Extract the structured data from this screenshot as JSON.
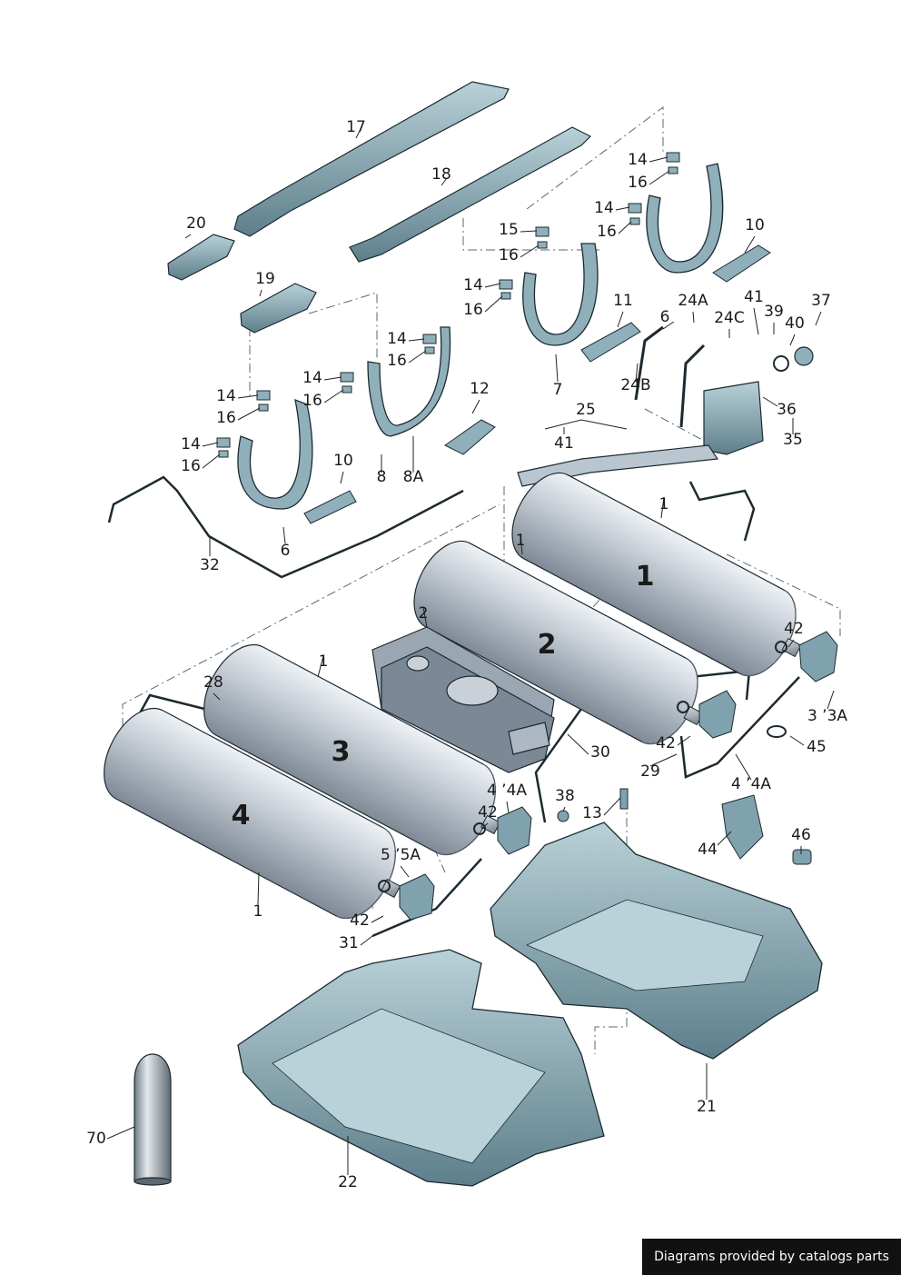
{
  "footer": {
    "credit": "Diagrams provided by catalogs parts"
  },
  "colors": {
    "part_fill": "#7fa2ae",
    "part_light": "#b9d1d8",
    "part_dark": "#4d6d79",
    "outline": "#1c2a30",
    "tank_fill": "#c4ccd4",
    "tank_dark": "#8994a0",
    "leader": "#222222"
  },
  "tanks": [
    {
      "id": "1",
      "label": "1"
    },
    {
      "id": "2",
      "label": "2"
    },
    {
      "id": "3",
      "label": "3"
    },
    {
      "id": "4",
      "label": "4"
    }
  ],
  "callouts": [
    "17",
    "18",
    "20",
    "19",
    "14",
    "16",
    "14",
    "16",
    "15",
    "16",
    "14",
    "16",
    "10",
    "11",
    "7",
    "24A",
    "41",
    "39",
    "37",
    "40",
    "6",
    "24C",
    "24B",
    "36",
    "35",
    "14",
    "16",
    "14",
    "16",
    "14",
    "16",
    "14",
    "16",
    "10",
    "12",
    "8",
    "8A",
    "25",
    "41",
    "6",
    "32",
    "1",
    "1",
    "2",
    "1",
    "1",
    "42",
    "3 ’3A",
    "45",
    "28",
    "30",
    "42",
    "29",
    "4 ’4A",
    "4 ’4A",
    "42",
    "38",
    "13",
    "44",
    "46",
    "5 ’5A",
    "42",
    "31",
    "21",
    "22",
    "70"
  ]
}
